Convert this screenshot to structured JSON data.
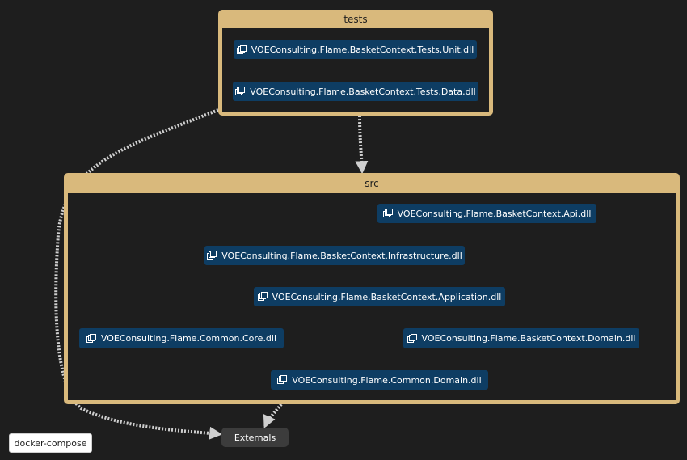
{
  "colors": {
    "background": "#1e1e1e",
    "group_border": "#d9b97c",
    "node_fill": "#0e3d63",
    "externals_fill": "#3c3c3c",
    "edge": "#cfcfcf"
  },
  "groups": {
    "tests": {
      "label": "tests"
    },
    "src": {
      "label": "src"
    }
  },
  "nodes": {
    "tests_unit": {
      "label": "VOEConsulting.Flame.BasketContext.Tests.Unit.dll",
      "icon": "assembly-icon"
    },
    "tests_data": {
      "label": "VOEConsulting.Flame.BasketContext.Tests.Data.dll",
      "icon": "assembly-icon"
    },
    "api": {
      "label": "VOEConsulting.Flame.BasketContext.Api.dll",
      "icon": "assembly-icon"
    },
    "infrastructure": {
      "label": "VOEConsulting.Flame.BasketContext.Infrastructure.dll",
      "icon": "assembly-icon"
    },
    "application": {
      "label": "VOEConsulting.Flame.BasketContext.Application.dll",
      "icon": "assembly-icon"
    },
    "common_core": {
      "label": "VOEConsulting.Flame.Common.Core.dll",
      "icon": "assembly-icon"
    },
    "basket_domain": {
      "label": "VOEConsulting.Flame.BasketContext.Domain.dll",
      "icon": "assembly-icon"
    },
    "common_domain": {
      "label": "VOEConsulting.Flame.Common.Domain.dll",
      "icon": "assembly-icon"
    }
  },
  "externals": {
    "label": "Externals"
  },
  "docker": {
    "label": "docker-compose"
  },
  "edges": [
    {
      "from": "tests_unit",
      "to": "tests_data"
    },
    {
      "from": "tests",
      "to": "src"
    },
    {
      "from": "tests",
      "to": "externals"
    },
    {
      "from": "src",
      "to": "externals"
    },
    {
      "from": "api",
      "to": "infrastructure"
    },
    {
      "from": "api",
      "to": "application"
    },
    {
      "from": "api",
      "to": "common_core"
    },
    {
      "from": "api",
      "to": "basket_domain"
    },
    {
      "from": "api",
      "to": "common_domain"
    },
    {
      "from": "infrastructure",
      "to": "application"
    },
    {
      "from": "infrastructure",
      "to": "common_core"
    },
    {
      "from": "infrastructure",
      "to": "basket_domain"
    },
    {
      "from": "infrastructure",
      "to": "common_domain"
    },
    {
      "from": "application",
      "to": "common_core"
    },
    {
      "from": "application",
      "to": "basket_domain"
    },
    {
      "from": "application",
      "to": "common_domain"
    },
    {
      "from": "basket_domain",
      "to": "common_domain"
    }
  ]
}
